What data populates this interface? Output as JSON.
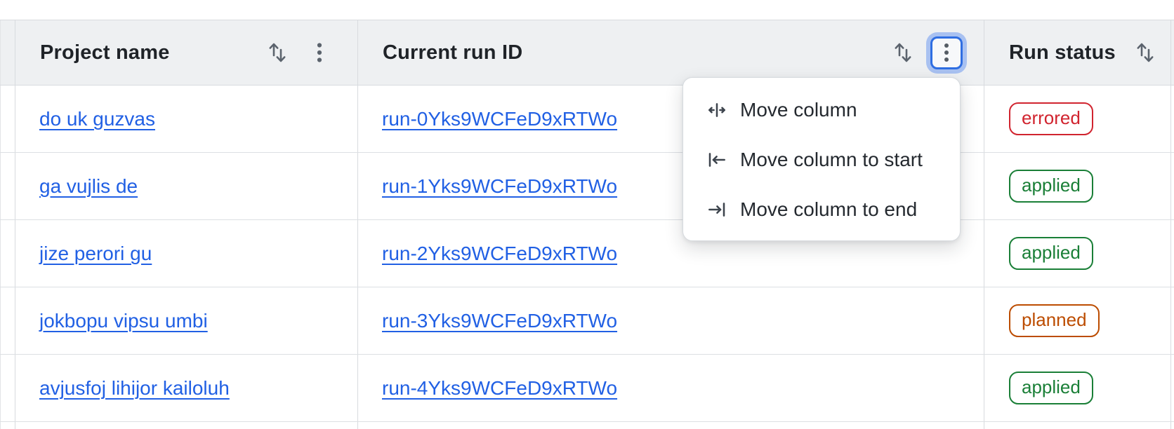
{
  "colors": {
    "link": "#2160e4",
    "focus_ring": "#2f6ee2",
    "header_bg": "#eef0f2",
    "border": "#d8dbdf",
    "icon_gray": "#5b636d"
  },
  "icons": {
    "sort-icon": "↑↓",
    "kebab-menu-icon": "⋮",
    "move-column-icon": "←|→",
    "move-column-start-icon": "|←",
    "move-column-end-icon": "→|"
  },
  "table": {
    "columns": [
      {
        "label": "Project name",
        "has_sort": true,
        "has_menu": true,
        "menu_open": false
      },
      {
        "label": "Current run ID",
        "has_sort": true,
        "has_menu": true,
        "menu_open": true
      },
      {
        "label": "Run status",
        "has_sort": true,
        "has_menu": false,
        "menu_open": false
      }
    ],
    "rows": [
      {
        "project": "do uk guzvas",
        "run_id": "run-0Yks9WCFeD9xRTWo",
        "status": "errored"
      },
      {
        "project": "ga vujlis de",
        "run_id": "run-1Yks9WCFeD9xRTWo",
        "status": "applied"
      },
      {
        "project": "jize perori gu",
        "run_id": "run-2Yks9WCFeD9xRTWo",
        "status": "applied"
      },
      {
        "project": "jokbopu vipsu umbi",
        "run_id": "run-3Yks9WCFeD9xRTWo",
        "status": "planned"
      },
      {
        "project": "avjusfoj lihijor kailoluh",
        "run_id": "run-4Yks9WCFeD9xRTWo",
        "status": "applied"
      }
    ],
    "status_colors": {
      "errored": "#d1242f",
      "applied": "#1a7f37",
      "planned": "#bc4c00"
    }
  },
  "column_menu": {
    "items": [
      {
        "label": "Move column",
        "icon": "move-column-icon"
      },
      {
        "label": "Move column to start",
        "icon": "move-column-start-icon"
      },
      {
        "label": "Move column to end",
        "icon": "move-column-end-icon"
      }
    ]
  }
}
